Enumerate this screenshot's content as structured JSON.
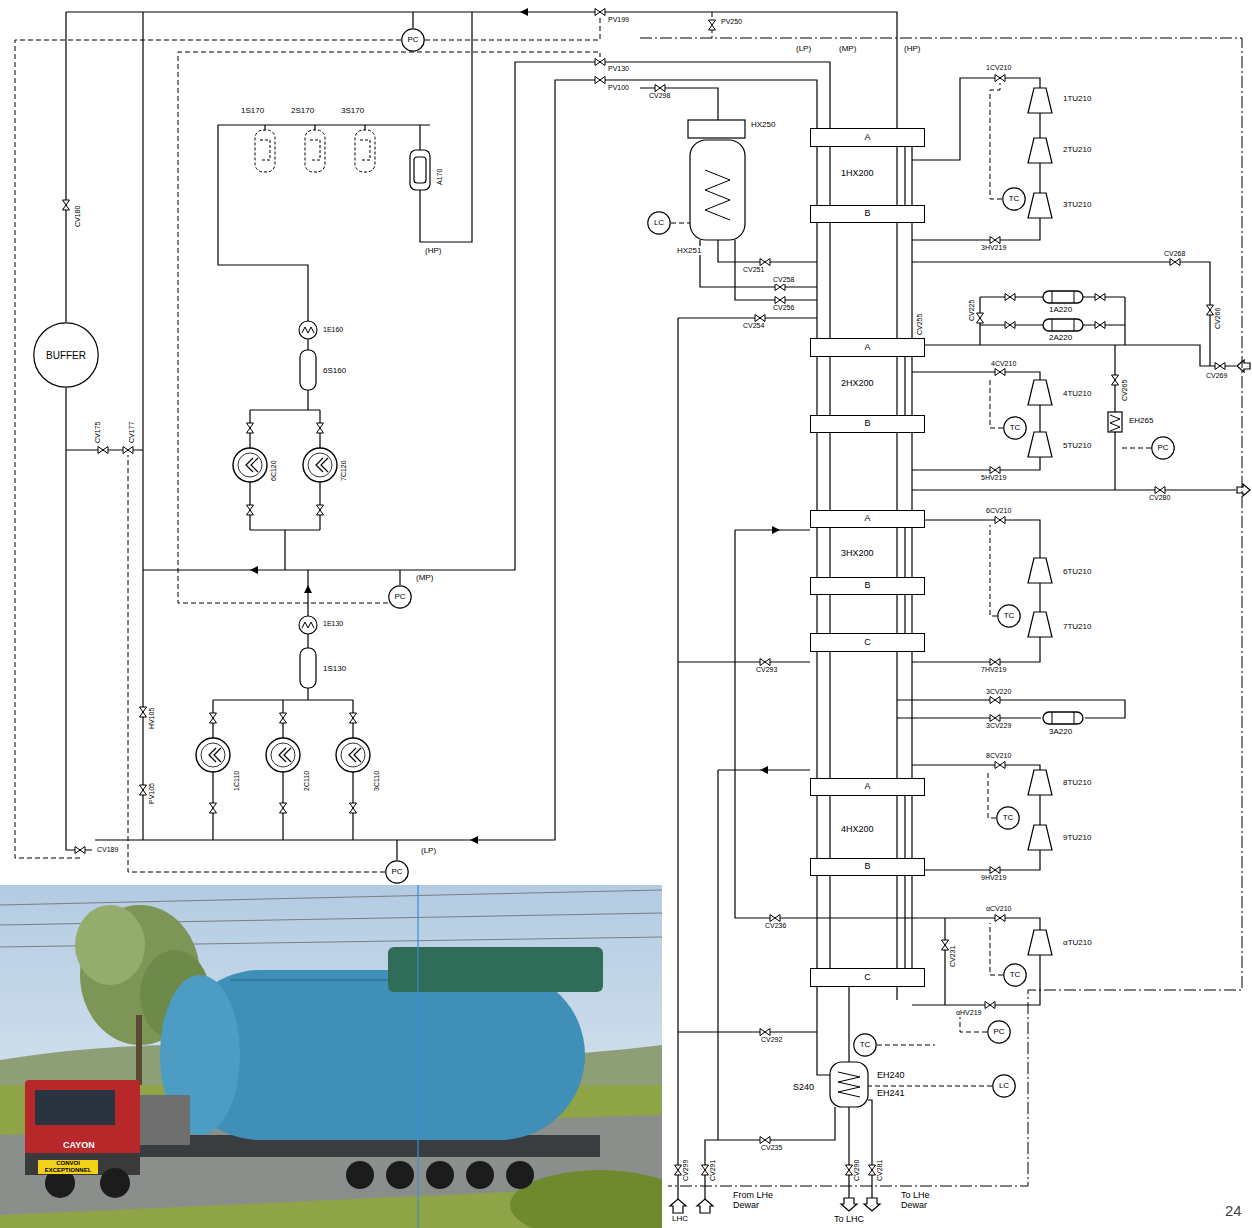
{
  "diagram": {
    "nodes": [
      {
        "text": [
          "PC"
        ]
      },
      {
        "text": [
          "BUFFER"
        ]
      },
      {
        "text": [
          "PC"
        ]
      },
      {
        "text": [
          "PC"
        ]
      },
      {
        "text": [
          "A"
        ]
      },
      {
        "text": [
          "B"
        ]
      },
      {
        "text": [
          "LC"
        ]
      },
      {
        "text": [
          "TC"
        ]
      },
      {
        "text": [
          "A"
        ]
      },
      {
        "text": [
          "B"
        ]
      },
      {
        "text": [
          "TC"
        ]
      },
      {
        "text": [
          "PC"
        ]
      },
      {
        "text": [
          "A"
        ]
      },
      {
        "text": [
          "B"
        ]
      },
      {
        "text": [
          "C"
        ]
      },
      {
        "text": [
          "TC"
        ]
      },
      {
        "text": [
          "A"
        ]
      },
      {
        "text": [
          "B"
        ]
      },
      {
        "text": [
          "TC"
        ]
      },
      {
        "text": [
          "C"
        ]
      },
      {
        "text": [
          "TC"
        ]
      },
      {
        "text": [
          "PC"
        ]
      },
      {
        "text": [
          "TC"
        ]
      },
      {
        "text": [
          "LC"
        ]
      }
    ],
    "edges": [
      {
        "from": 4,
        "to": 5,
        "arrow": "none"
      },
      {
        "from": 8,
        "to": 9,
        "arrow": "none"
      },
      {
        "from": 12,
        "to": 13,
        "arrow": "none"
      },
      {
        "from": 13,
        "to": 14,
        "arrow": "none"
      },
      {
        "from": 16,
        "to": 17,
        "arrow": "none"
      },
      {
        "from": 17,
        "to": 19,
        "arrow": "none"
      }
    ],
    "labels": [
      "PV199",
      "PV130",
      "PV100",
      "1S170",
      "2S170",
      "3S170",
      "A170",
      "(HP)",
      "1E160",
      "6S160",
      "6C120",
      "7C120",
      "(MP)",
      "1E130",
      "1S130",
      "1C110",
      "2C110",
      "3C110",
      "(LP)",
      "CV180",
      "CV175",
      "CV177",
      "HV105",
      "PV105",
      "CV189",
      "PV250",
      "(LP)",
      "(MP)",
      "(HP)",
      "CV298",
      "HX250",
      "HX251",
      "1HX200",
      "CV251",
      "CV258",
      "CV256",
      "CV254",
      "CV255",
      "CV225",
      "1CV210",
      "1TU210",
      "2TU210",
      "3TU210",
      "3HV219",
      "CV268",
      "1A220",
      "2A220",
      "2HX200",
      "4CV210",
      "CV269",
      "CV265",
      "EH265",
      "4TU210",
      "5TU210",
      "5HV219",
      "CV280",
      "CV266",
      "6CV210",
      "3HX200",
      "6TU210",
      "7TU210",
      "7HV219",
      "CV293",
      "3CV220",
      "3CV229",
      "3A220",
      "8CV210",
      "8TU210",
      "4HX200",
      "9TU210",
      "9HV219",
      "αCV210",
      "CV236",
      "αTU210",
      "CV231",
      "αHV219",
      "CV292",
      "S240",
      "EH240",
      "EH241",
      "CV235",
      "CV299",
      "CV291",
      "CV290",
      "CV281",
      "LHC",
      "From LHe Dewar",
      "To LHC",
      "To LHe Dewar",
      "24",
      "CAYON",
      "CONVOI EXCEPTIONNEL"
    ]
  }
}
